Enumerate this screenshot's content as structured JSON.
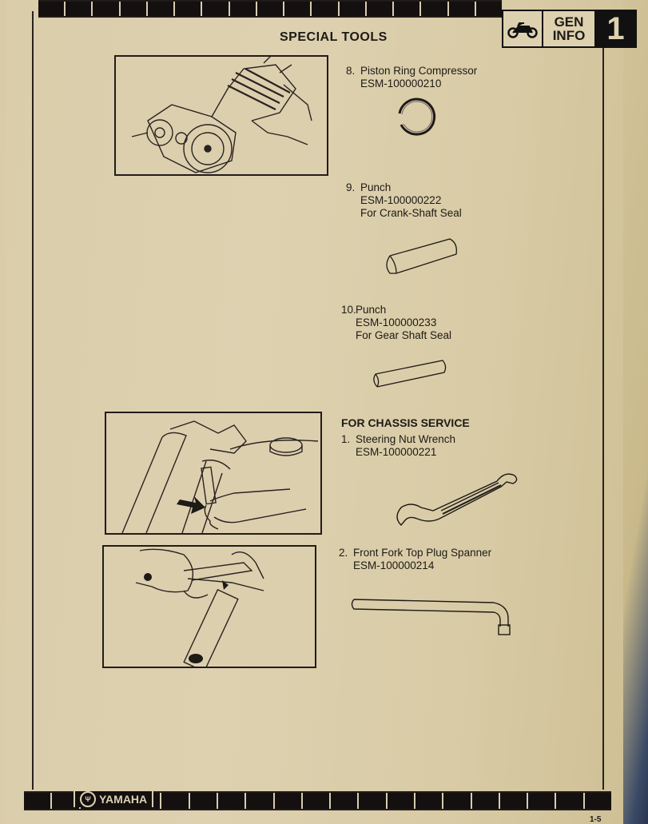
{
  "header": {
    "section_title": "SPECIAL TOOLS",
    "chapter_tab": {
      "icon": "motorcycle-icon",
      "label_line1": "GEN",
      "label_line2": "INFO",
      "chapter_number": "1"
    }
  },
  "tools_engine": [
    {
      "number": "8.",
      "name": "Piston Ring Compressor",
      "part_no": "ESM-100000210",
      "note": "",
      "icon": "piston-ring-icon"
    },
    {
      "number": "9.",
      "name": "Punch",
      "part_no": "ESM-100000222",
      "note": "For Crank-Shaft Seal",
      "icon": "punch-icon"
    },
    {
      "number": "10.",
      "name": "Punch",
      "part_no": "ESM-100000233",
      "note": "For Gear Shaft Seal",
      "icon": "punch-icon"
    }
  ],
  "chassis_section": {
    "heading": "FOR CHASSIS SERVICE",
    "tools": [
      {
        "number": "1.",
        "name": "Steering Nut Wrench",
        "part_no": "ESM-100000221",
        "icon": "hook-wrench-icon"
      },
      {
        "number": "2.",
        "name": "Front Fork Top Plug Spanner",
        "part_no": "ESM-100000214",
        "icon": "l-spanner-icon"
      }
    ]
  },
  "figures": [
    {
      "id": "engine-illustration",
      "depicts": "engine with piston ring compressor on cylinder"
    },
    {
      "id": "steering-nut-illustration",
      "depicts": "hand using steering nut wrench on fork"
    },
    {
      "id": "fork-plug-illustration",
      "depicts": "hand using fork top plug spanner"
    }
  ],
  "footer": {
    "brand": "YAMAHA",
    "page_number": "1-5"
  },
  "colors": {
    "paper": "#dccfae",
    "ink": "#1e1a16",
    "strip": "#141010"
  }
}
